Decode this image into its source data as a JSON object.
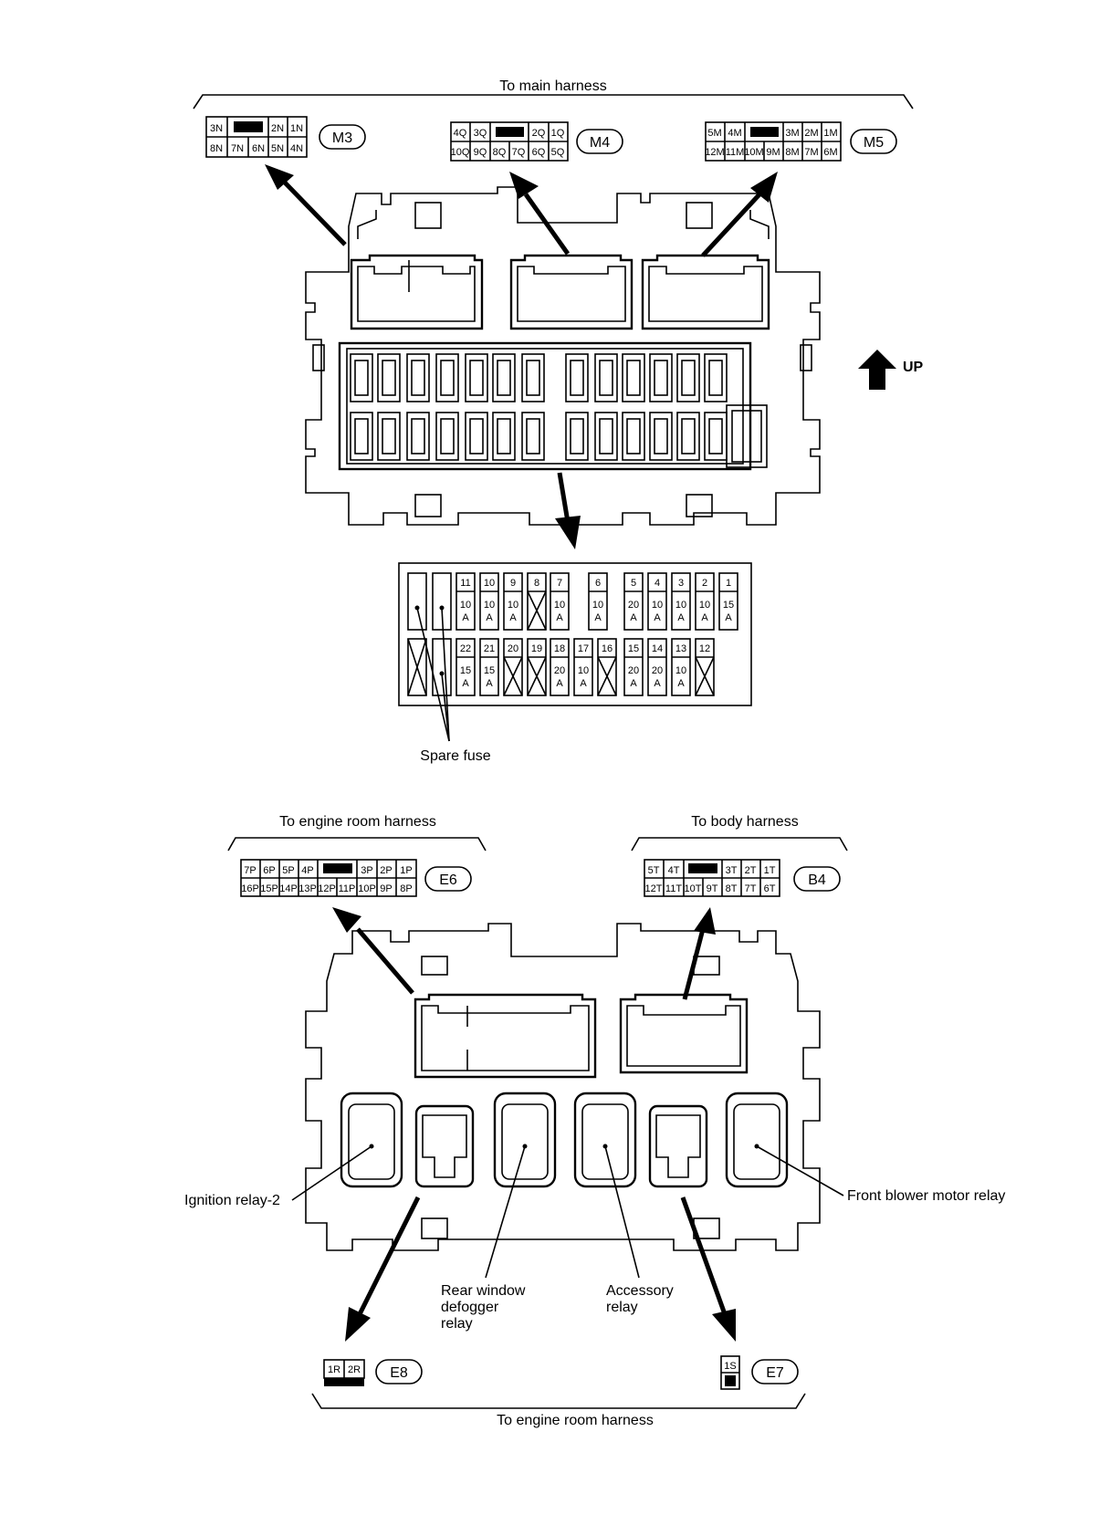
{
  "labels": {
    "to_main_harness": "To main harness",
    "up": "UP",
    "spare_fuse": "Spare fuse",
    "to_engine_room_harness_top": "To engine room harness",
    "to_body_harness": "To body harness",
    "to_engine_room_harness_bottom": "To engine room harness",
    "ignition_relay_2": "Ignition relay-2",
    "front_blower_motor_relay": "Front blower motor relay",
    "rear_window_defogger_relay": [
      "Rear window",
      "defogger",
      "relay"
    ],
    "accessory_relay": [
      "Accessory",
      "relay"
    ]
  },
  "connectors": {
    "M3": {
      "id": "M3",
      "top": [
        "3N",
        "",
        "2N",
        "1N"
      ],
      "bottom": [
        "8N",
        "7N",
        "6N",
        "5N",
        "4N"
      ]
    },
    "M4": {
      "id": "M4",
      "top": [
        "4Q",
        "3Q",
        "",
        "2Q",
        "1Q"
      ],
      "bottom": [
        "10Q",
        "9Q",
        "8Q",
        "7Q",
        "6Q",
        "5Q"
      ]
    },
    "M5": {
      "id": "M5",
      "top": [
        "5M",
        "4M",
        "",
        "3M",
        "2M",
        "1M"
      ],
      "bottom": [
        "12M",
        "11M",
        "10M",
        "9M",
        "8M",
        "7M",
        "6M"
      ]
    },
    "E6": {
      "id": "E6",
      "top": [
        "7P",
        "6P",
        "5P",
        "4P",
        "",
        "3P",
        "2P",
        "1P"
      ],
      "bottom": [
        "16P",
        "15P",
        "14P",
        "13P",
        "12P",
        "11P",
        "10P",
        "9P",
        "8P"
      ]
    },
    "B4": {
      "id": "B4",
      "top": [
        "5T",
        "4T",
        "",
        "3T",
        "2T",
        "1T"
      ],
      "bottom": [
        "12T",
        "11T",
        "10T",
        "9T",
        "8T",
        "7T",
        "6T"
      ]
    },
    "E8": {
      "id": "E8",
      "pins": [
        "1R",
        "2R"
      ]
    },
    "E7": {
      "id": "E7",
      "pins": [
        "1S"
      ]
    }
  },
  "fuses_top": [
    {
      "no": "11",
      "amps": "10",
      "unit": "A"
    },
    {
      "no": "10",
      "amps": "10",
      "unit": "A"
    },
    {
      "no": "9",
      "amps": "10",
      "unit": "A"
    },
    {
      "no": "8",
      "amps": "",
      "unit": ""
    },
    {
      "no": "7",
      "amps": "10",
      "unit": "A"
    },
    {
      "no": "6",
      "amps": "10",
      "unit": "A"
    },
    {
      "no": "5",
      "amps": "20",
      "unit": "A"
    },
    {
      "no": "4",
      "amps": "10",
      "unit": "A"
    },
    {
      "no": "3",
      "amps": "10",
      "unit": "A"
    },
    {
      "no": "2",
      "amps": "10",
      "unit": "A"
    },
    {
      "no": "1",
      "amps": "15",
      "unit": "A"
    }
  ],
  "fuses_bottom": [
    {
      "no": "22",
      "amps": "15",
      "unit": "A"
    },
    {
      "no": "21",
      "amps": "15",
      "unit": "A"
    },
    {
      "no": "20",
      "amps": "",
      "unit": ""
    },
    {
      "no": "19",
      "amps": "",
      "unit": ""
    },
    {
      "no": "18",
      "amps": "20",
      "unit": "A"
    },
    {
      "no": "17",
      "amps": "10",
      "unit": "A"
    },
    {
      "no": "16",
      "amps": "",
      "unit": ""
    },
    {
      "no": "15",
      "amps": "20",
      "unit": "A"
    },
    {
      "no": "14",
      "amps": "20",
      "unit": "A"
    },
    {
      "no": "13",
      "amps": "10",
      "unit": "A"
    },
    {
      "no": "12",
      "amps": "",
      "unit": ""
    }
  ]
}
